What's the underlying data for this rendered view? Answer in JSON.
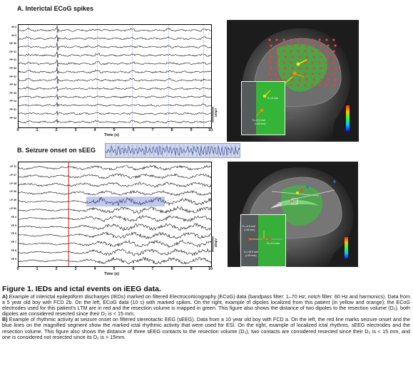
{
  "panel_a": {
    "title": "A. Interictal ECoG spikes",
    "channels": [
      "IH 3",
      "IH 5",
      "OF 30",
      "OF 31",
      "FP 61",
      "FP 53",
      "FP 57",
      "FP 42",
      "FP 43",
      "FP 44",
      "FP 51",
      "FP 52"
    ],
    "ticks": [
      "0",
      "1",
      "2",
      "3",
      "4",
      "5",
      "6",
      "7",
      "8",
      "9",
      "10"
    ],
    "xlabel": "Time (s)",
    "scale": "100µV",
    "inset": {
      "dist_a": "D₂=0 mm",
      "dist_b": "D₂=3.4 mm",
      "dist_b_note": "(<15 mm)"
    }
  },
  "panel_b": {
    "title": "B. Seizure onset on sEEG",
    "channels": [
      "LP 11",
      "LP 37",
      "LP 45",
      "LP 46",
      "LP 49",
      "LP 50",
      "YE 4",
      "YE 5",
      "YE 6",
      "YE 7",
      "YE 8",
      "YE 9"
    ],
    "ticks": [
      "0",
      "1",
      "2",
      "3",
      "4",
      "5",
      "6",
      "7",
      "8",
      "9",
      "10"
    ],
    "xlabel": "Time (s)",
    "scale": "200µV",
    "inset": {
      "dist_a": "D₂=4.5 mm",
      "dist_a_note": "(<15 mm)",
      "dist_b": "D₂=4.4 mm",
      "dist_c": "D₂=15.5 mm",
      "dist_c_note": "(>15 mm)"
    }
  },
  "colors": {
    "seizure_onset_line": "#d11a1a",
    "highlight_segment": "#4a64c8",
    "resection_volume": "#2bd42b",
    "electrodes": "#ff3b2b",
    "dipole_yellow": "#ffe600",
    "dipole_orange": "#ff8c00"
  },
  "caption": {
    "title": "Figure 1. IEDs and ictal events on iEEG data.",
    "a_label": "A)",
    "a_text": " Example of interictal epileptiform discharges (IEDs) marked on filtered Electrocorticography (ECoG) data (bandpass filter: 1–70 Hz; notch filter: 60 Hz and harmonics). Data from a 5 year old boy with FCD 2b. On the left, ECoG data (10 s) with marked spikes. On the right, example of dipoles localized from this patient (in yellow and orange); the ECoG electrodes used for this patient's LTM are in red and the resection volume is mapped in green. This figure also shows the distance of two dipoles to the resection volume (D₂), both dipoles are considered resected since their D₂ is < 15 mm.",
    "b_label": "B)",
    "b_text": " Example of rhythmic activity at seizure onset on filtered stereotactic EEG (sEEG). Data from a 10 year old boy with FCD a. On the left, the red line marks seizure onset and the blue lines on the magnified segment show the marked ictal rhythmic activity that were used for ESI. On the right, example of localized ictal rhythms, sEEG electrodes and the resection volume. This figure also shows the distance of three sEEG contacts to the resection volume (D₂), two contacts are considered resected since their D₂ is < 15 mm, and one is considered not resected since its D₂ is > 15mm."
  }
}
